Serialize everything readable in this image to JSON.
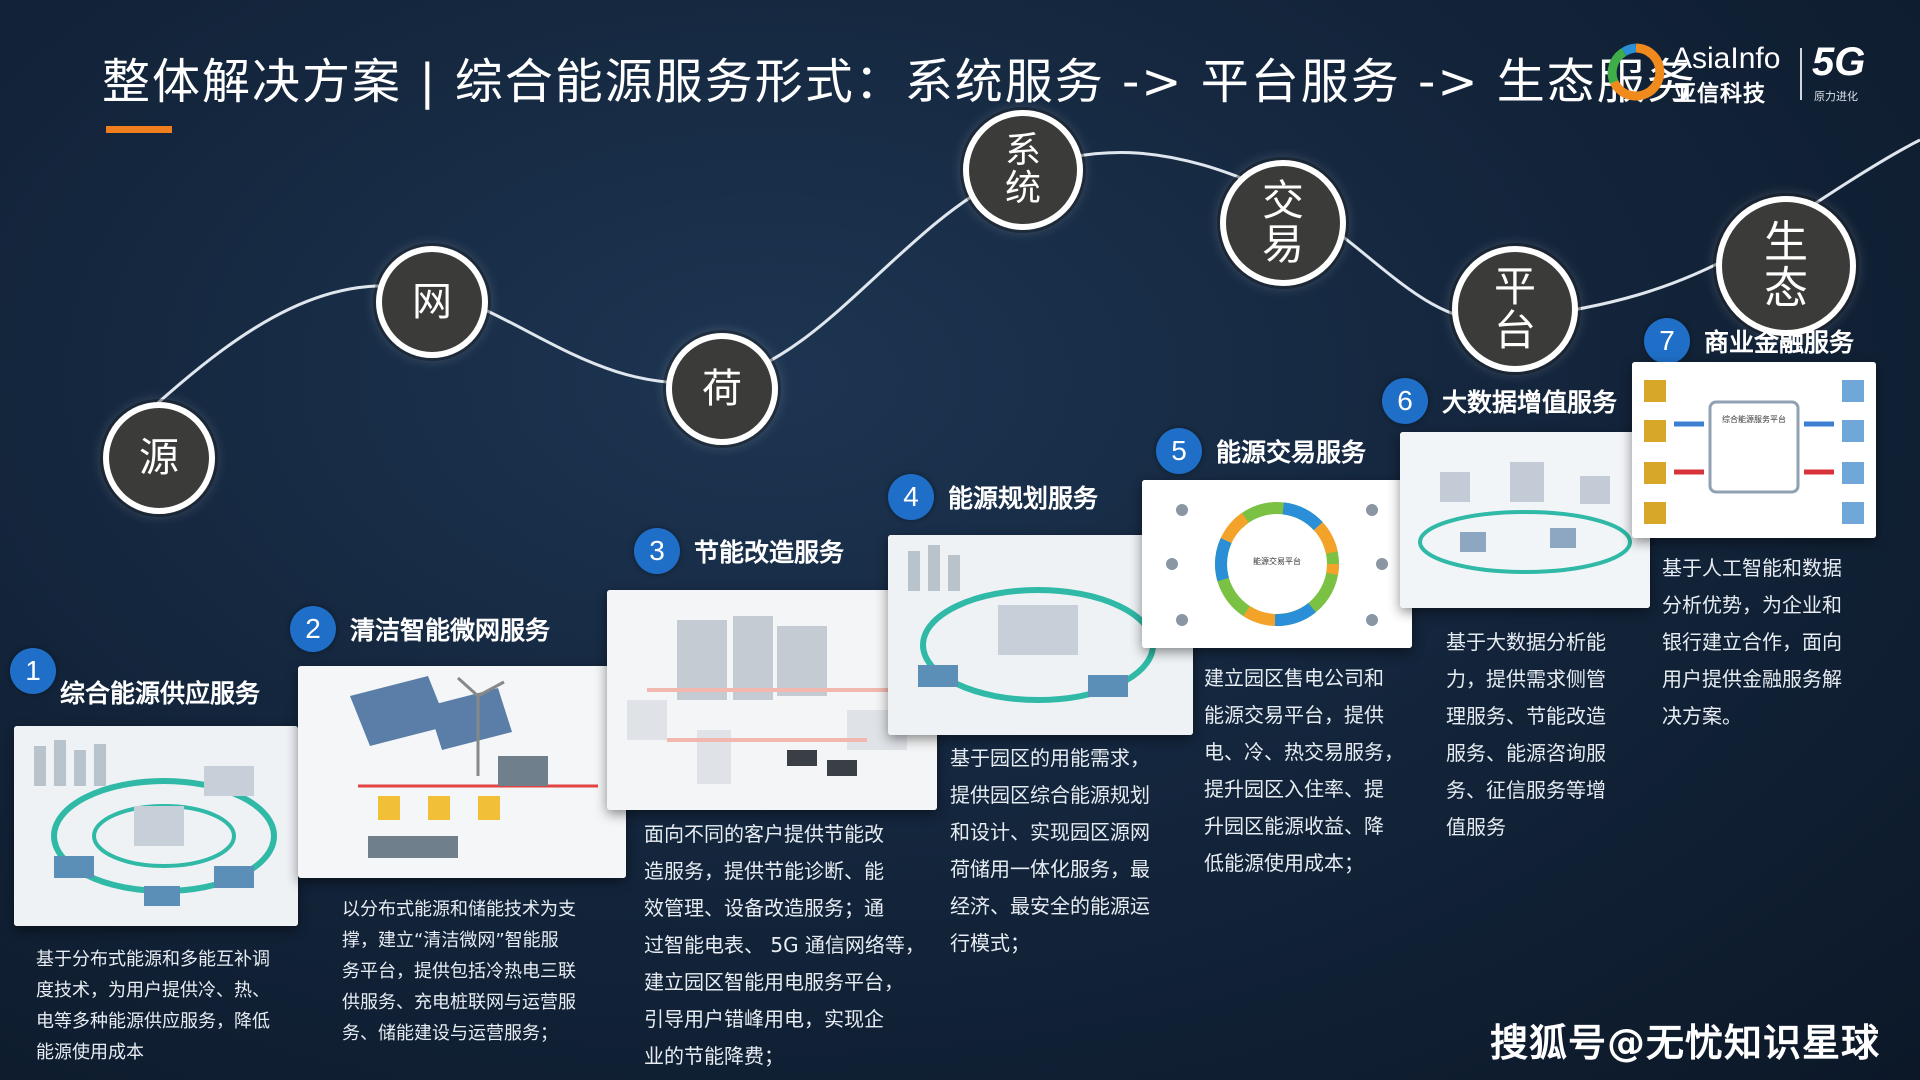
{
  "title": "整体解决方案 | 综合能源服务形式：系统服务 -> 平台服务 -> 生态服务",
  "logo": {
    "brand": "AsiaInfo",
    "brand_cn": "亚信科技",
    "badge": "5G",
    "badge_sub": "原力进化"
  },
  "colors": {
    "accent": "#f07d1e",
    "step_blue": "#1f6fc9",
    "node_fill": "#3b3c39",
    "curve": "#e8edf2"
  },
  "curve_nodes": [
    {
      "label": "源"
    },
    {
      "label": "网"
    },
    {
      "label": "荷"
    },
    {
      "label": "系统"
    },
    {
      "label": "交易"
    },
    {
      "label": "平台"
    },
    {
      "label": "生态"
    }
  ],
  "steps": [
    {
      "number": "1",
      "title": "综合能源供应服务",
      "lines": [
        "基于分布式能源和多能互补调",
        "度技术，为用户提供冷、热、",
        "电等多种能源供应服务，降低",
        "能源使用成本"
      ]
    },
    {
      "number": "2",
      "title": "清洁智能微网服务",
      "lines": [
        "以分布式能源和储能技术为支",
        "撑，建立“清洁微网”智能服",
        "务平台，提供包括冷热电三联",
        "供服务、充电桩联网与运营服",
        "务、储能建设与运营服务；"
      ]
    },
    {
      "number": "3",
      "title": "节能改造服务",
      "lines": [
        "面向不同的客户提供节能改",
        "造服务，提供节能诊断、能",
        "效管理、设备改造服务；通",
        "过智能电表、 5G 通信网络等，",
        "建立园区智能用电服务平台，",
        "引导用户错峰用电，实现企",
        "业的节能降费；"
      ]
    },
    {
      "number": "4",
      "title": "能源规划服务",
      "lines": [
        "基于园区的用能需求，",
        "提供园区综合能源规划",
        "和设计、实现园区源网",
        "荷储用一体化服务，最",
        "经济、最安全的能源运",
        "行模式；"
      ]
    },
    {
      "number": "5",
      "title": "能源交易服务",
      "lines": [
        "建立园区售电公司和",
        "能源交易平台，提供",
        "电、冷、热交易服务，",
        "提升园区入住率、提",
        "升园区能源收益、降",
        "低能源使用成本；"
      ]
    },
    {
      "number": "6",
      "title": "大数据增值服务",
      "lines": [
        "基于大数据分析能",
        "力，提供需求侧管",
        "理服务、节能改造",
        "服务、能源咨询服",
        "务、征信服务等增",
        "值服务"
      ]
    },
    {
      "number": "7",
      "title": "商业金融服务",
      "lines": [
        "基于人工智能和数据",
        "分析优势，为企业和",
        "银行建立合作，面向",
        "用户提供金融服务解",
        "决方案。"
      ]
    }
  ],
  "diagram_labels": {
    "card5_center": "能源交易平台",
    "card7_center": "综合能源服务平台"
  },
  "watermark": "搜狐号@无忧知识星球"
}
